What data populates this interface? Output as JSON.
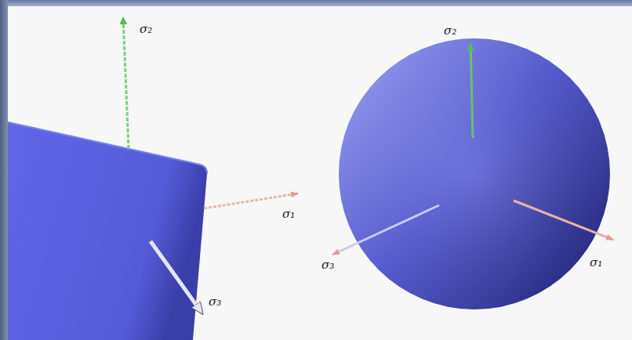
{
  "diagram": {
    "labels": [
      "σ₂",
      "σ₁",
      "σ₃",
      "σ₂",
      "σ₃",
      "σ₁"
    ]
  }
}
